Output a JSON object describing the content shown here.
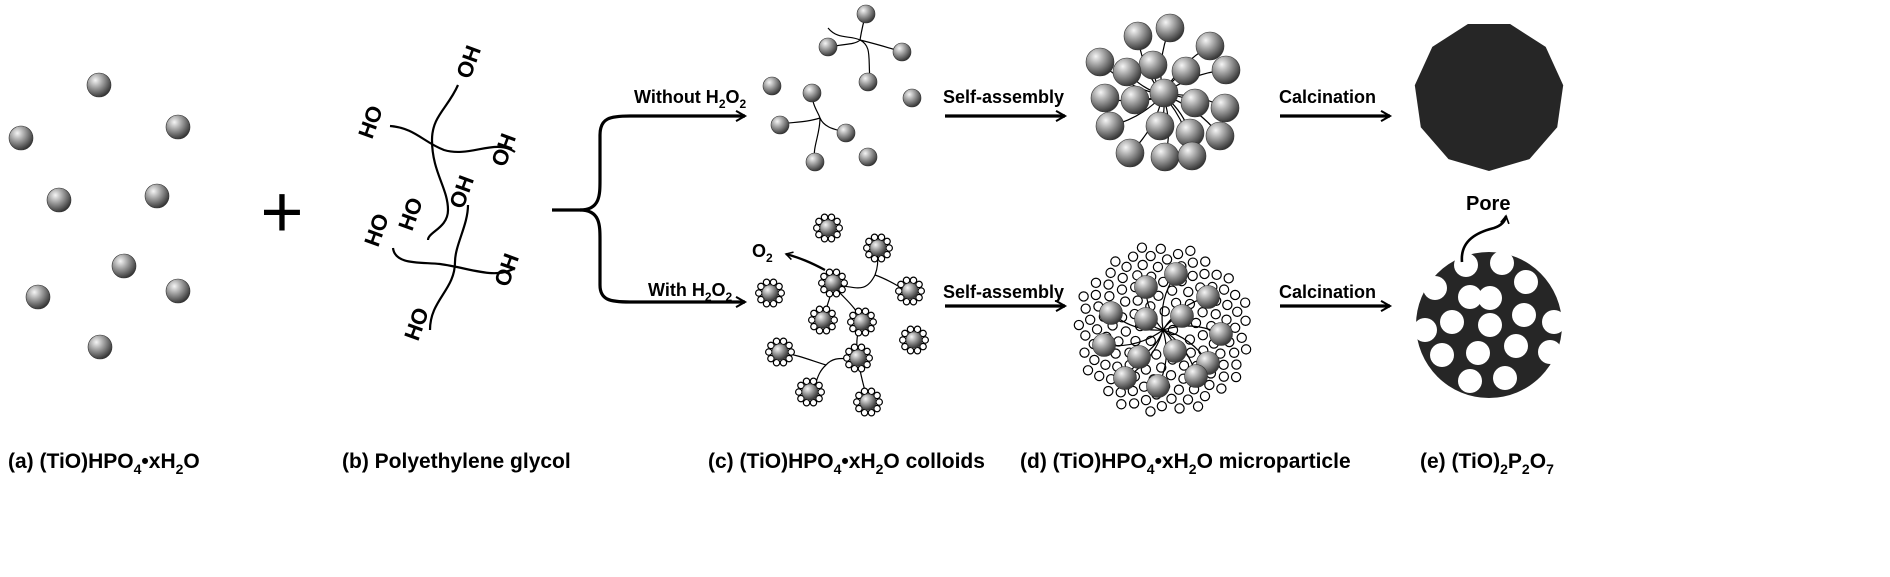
{
  "panel_labels": {
    "a": {
      "prefix": "(a) (TiO)HPO",
      "sub1": "4",
      "suffix": "•xH",
      "sub2": "2",
      "end": "O"
    },
    "b": {
      "text": "(b) Polyethylene glycol"
    },
    "c": {
      "prefix": "(c) (TiO)HPO",
      "sub1": "4",
      "suffix": "•xH",
      "sub2": "2",
      "end": "O colloids"
    },
    "d": {
      "prefix": "(d) (TiO)HPO",
      "sub1": "4",
      "suffix": "•xH",
      "sub2": "2",
      "end": "O microparticle"
    },
    "e": {
      "prefix": "(e) (TiO)",
      "sub1": "2",
      "mid": "P",
      "sub2": "2",
      "mid2": "O",
      "sub3": "7"
    }
  },
  "operator": {
    "plus": "+"
  },
  "peg": {
    "hydroxyl": "OH",
    "hydroxyl_rev": "HO"
  },
  "branches": {
    "without": {
      "prefix": "Without H",
      "sub": "2",
      "suffix": "O",
      "sub2": "2"
    },
    "with": {
      "prefix": "With H",
      "sub": "2",
      "suffix": "O",
      "sub2": "2"
    }
  },
  "steps": {
    "self_assembly": "Self-assembly",
    "calcination": "Calcination"
  },
  "gas": {
    "symbol": "O",
    "sub": "2"
  },
  "pore_label": "Pore",
  "colors": {
    "particle_dark": "#3a3a3a",
    "particle_light": "#f5f5f5",
    "solid": "#262626",
    "pore": "#ffffff"
  }
}
